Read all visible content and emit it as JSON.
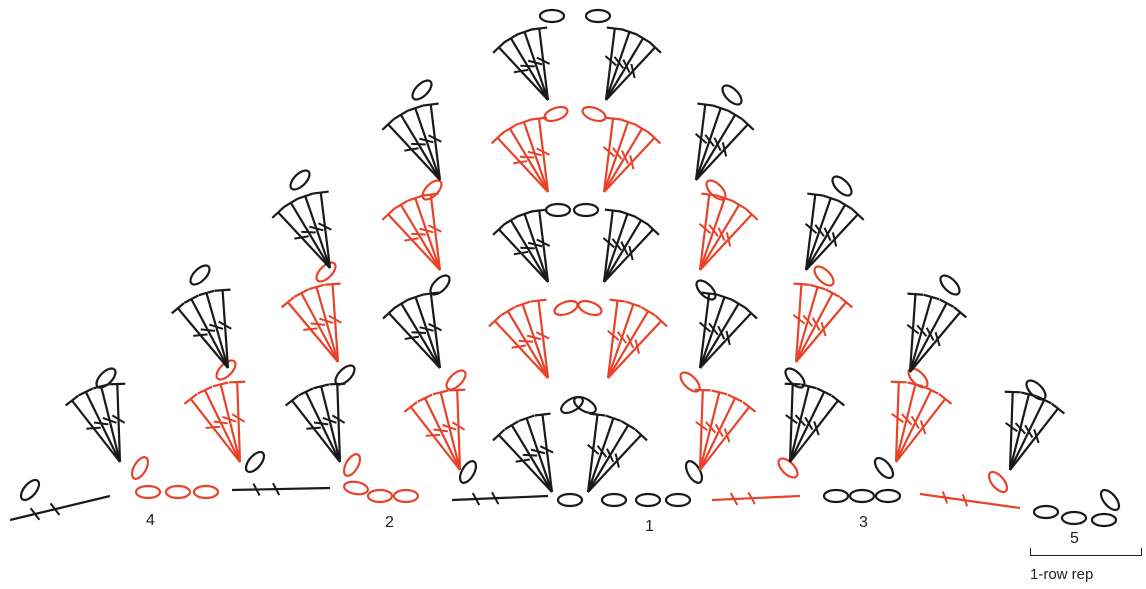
{
  "colors": {
    "dark": "#1a1a1a",
    "accent": "#e8432a"
  },
  "row_labels": [
    "4",
    "2",
    "1",
    "3",
    "5"
  ],
  "repeat_label": "1-row rep",
  "rows": [
    {
      "row": "1",
      "color": "dark"
    },
    {
      "row": "2",
      "color": "accent"
    },
    {
      "row": "3",
      "color": "dark"
    },
    {
      "row": "4",
      "color": "accent"
    },
    {
      "row": "5",
      "color": "dark"
    }
  ]
}
